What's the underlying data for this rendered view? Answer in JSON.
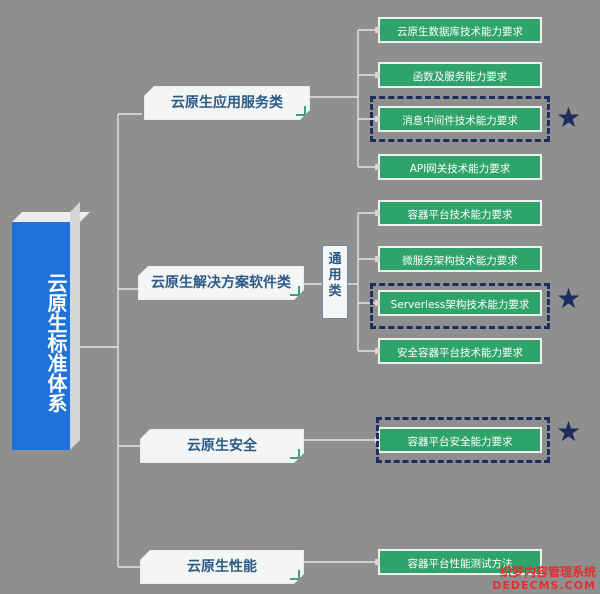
{
  "root": {
    "title": "云原生标准体系"
  },
  "categories": [
    "云原生应用服务类",
    "云原生解决方案软件类",
    "云原生安全",
    "云原生性能"
  ],
  "general_label": [
    "通",
    "用",
    "类"
  ],
  "groups": [
    {
      "items": [
        "云原生数据库技术能力要求",
        "函数及服务能力要求",
        "消息中间件技术能力要求",
        "API网关技术能力要求"
      ]
    },
    {
      "items": [
        "容器平台技术能力要求",
        "微服务架构技术能力要求",
        "Serverless架构技术能力要求",
        "安全容器平台技术能力要求"
      ]
    },
    {
      "items": [
        "容器平台安全能力要求"
      ]
    },
    {
      "items": [
        "容器平台性能测试方法"
      ]
    }
  ],
  "marker": "★",
  "watermark": {
    "line1": "织梦内容管理系统",
    "line2": "DEDECMS.COM"
  },
  "colors": {
    "background": "#8f8f8f",
    "root": "#1f72d8",
    "item": "#2ea36a",
    "highlight": "#1d2d5e",
    "category_text": "#2c5a86"
  }
}
